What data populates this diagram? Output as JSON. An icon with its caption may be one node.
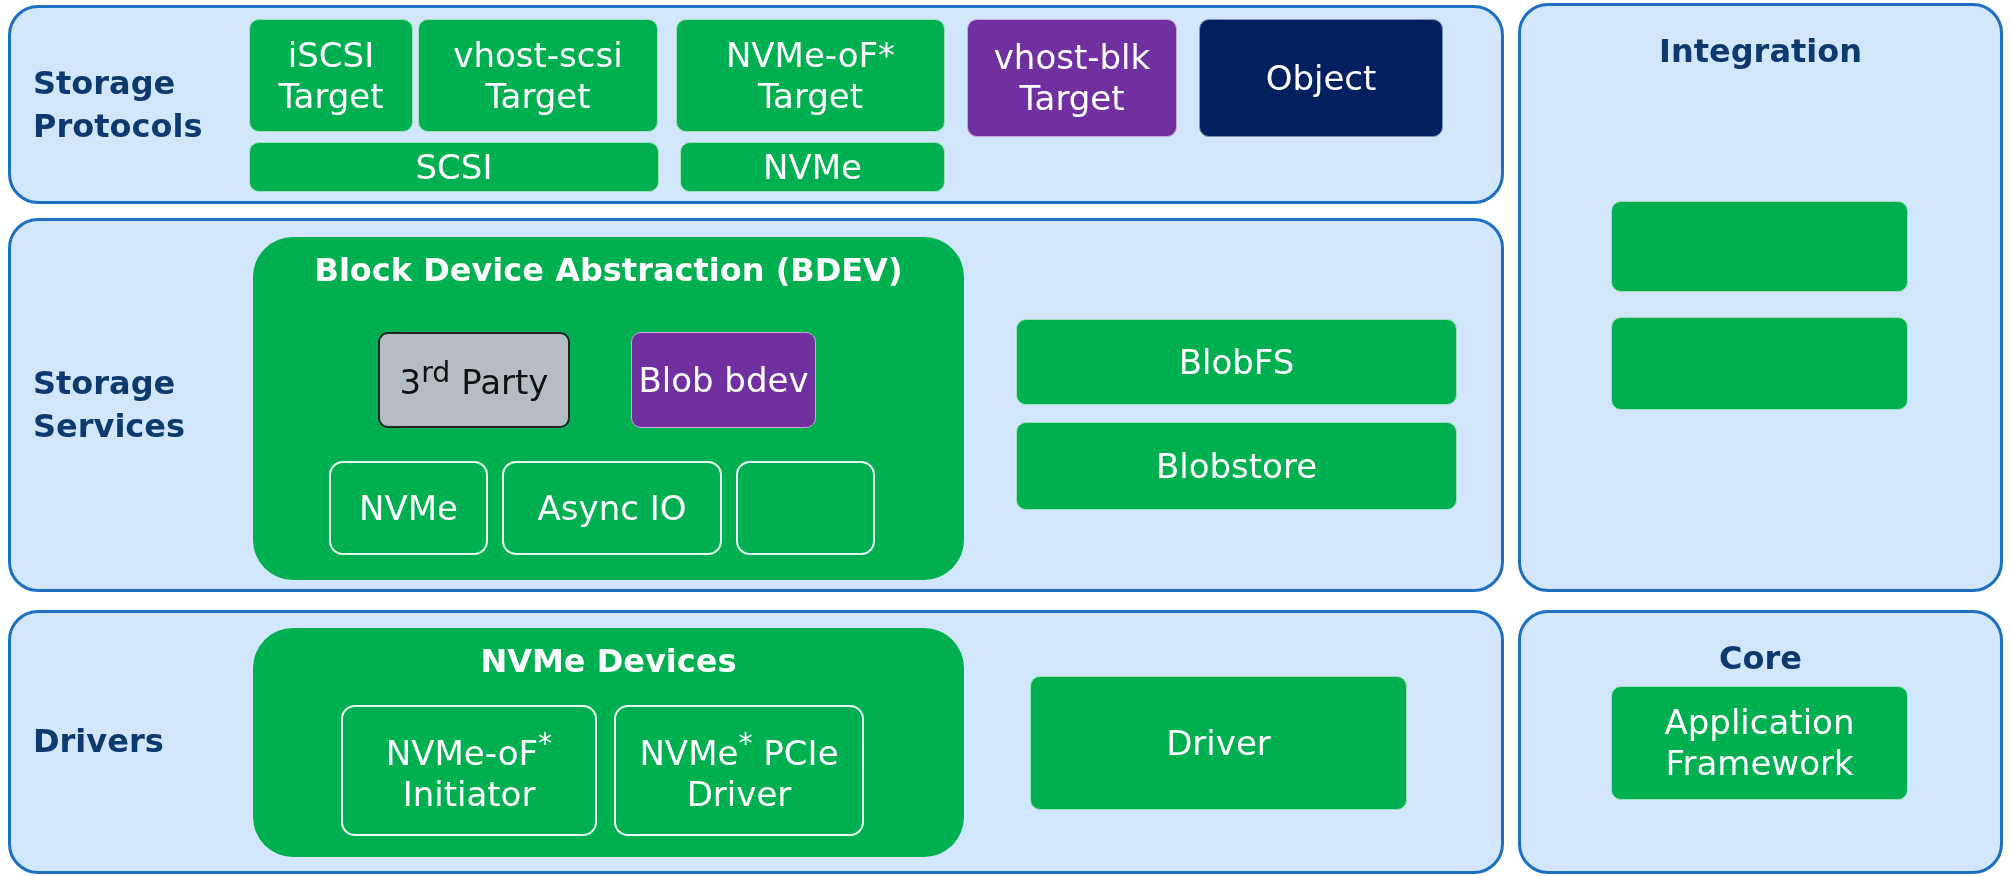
{
  "diagram": {
    "nodes": [
      {
        "text": [
          "Storage Protocols"
        ]
      },
      {
        "text": [
          "iSCSI Target"
        ],
        "in": 0
      },
      {
        "text": [
          "vhost-scsi Target"
        ],
        "in": 0
      },
      {
        "text": [
          "NVMe-oF* Target"
        ],
        "in": 0
      },
      {
        "text": [
          "vhost-blk Target"
        ],
        "in": 0
      },
      {
        "text": [
          "Object"
        ],
        "in": 0
      },
      {
        "text": [
          "SCSI"
        ],
        "in": 0
      },
      {
        "text": [
          "NVMe"
        ],
        "in": 0
      },
      {
        "text": [
          "Integration"
        ]
      },
      {
        "text": [],
        "shape": "box",
        "in": 8
      },
      {
        "text": [],
        "shape": "box",
        "in": 8
      },
      {
        "text": [
          "Storage Services"
        ]
      },
      {
        "text": [
          "Block Device Abstraction (BDEV)"
        ],
        "in": 11
      },
      {
        "text": [
          "3$^{rd}$ Party"
        ],
        "in": 12
      },
      {
        "text": [
          "Blob bdev"
        ],
        "in": 12
      },
      {
        "text": [
          "NVMe"
        ],
        "in": 12
      },
      {
        "text": [
          "Async IO"
        ],
        "in": 12
      },
      {
        "text": [],
        "shape": "box",
        "in": 12
      },
      {
        "text": [
          "BlobFS"
        ],
        "in": 11
      },
      {
        "text": [
          "Blobstore"
        ],
        "in": 11
      },
      {
        "text": [
          "Drivers"
        ]
      },
      {
        "text": [
          "NVMe Devices"
        ],
        "in": 20
      },
      {
        "text": [
          "NVMe-oF$^{*}$ Initiator"
        ],
        "in": 21
      },
      {
        "text": [
          "NVMe$^{*}$ PCIe Driver"
        ],
        "in": 21
      },
      {
        "text": [
          "Driver"
        ],
        "in": 20
      },
      {
        "text": [
          "Core"
        ]
      },
      {
        "text": [
          "Application Framework"
        ],
        "in": 25
      }
    ],
    "edges": []
  }
}
